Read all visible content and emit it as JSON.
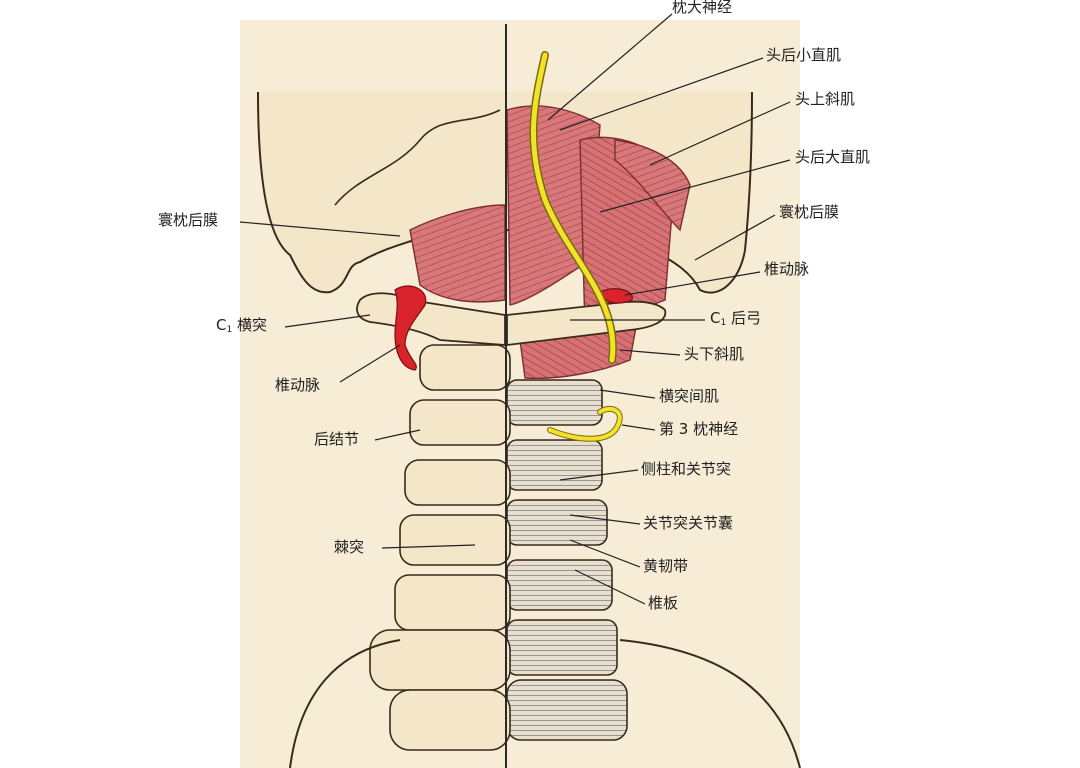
{
  "labels": {
    "greater_occipital_nerve": "枕大神经",
    "rectus_capitis_posterior_minor": "头后小直肌",
    "obliquus_capitis_superior": "头上斜肌",
    "rectus_capitis_posterior_major": "头后大直肌",
    "posterior_atlantooccipital_membrane_right": "寰枕后膜",
    "vertebral_artery_right": "椎动脉",
    "c1_posterior_arch_prefix": "C",
    "c1_posterior_arch_sub": "1",
    "c1_posterior_arch_text": "后弓",
    "obliquus_capitis_inferior": "头下斜肌",
    "intertransversarii": "横突间肌",
    "third_occipital_nerve": "第 3 枕神经",
    "lateral_mass_articular_process": "侧柱和关节突",
    "facet_joint_capsule": "关节突关节囊",
    "ligamentum_flavum": "黄韧带",
    "lamina": "椎板",
    "posterior_atlantooccipital_membrane_left": "寰枕后膜",
    "c1_transverse_prefix": "C",
    "c1_transverse_sub": "1",
    "c1_transverse_text": "横突",
    "vertebral_artery_left": "椎动脉",
    "posterior_tubercle": "后结节",
    "spinous_process": "棘突"
  },
  "colors": {
    "bone": "#f4e6c8",
    "bone_outline": "#3a2a1a",
    "muscle": "#d9787a",
    "muscle_dark": "#a8464c",
    "artery": "#d8242a",
    "nerve": "#f2e32a",
    "background": "#ffffff",
    "leader": "#222222"
  }
}
